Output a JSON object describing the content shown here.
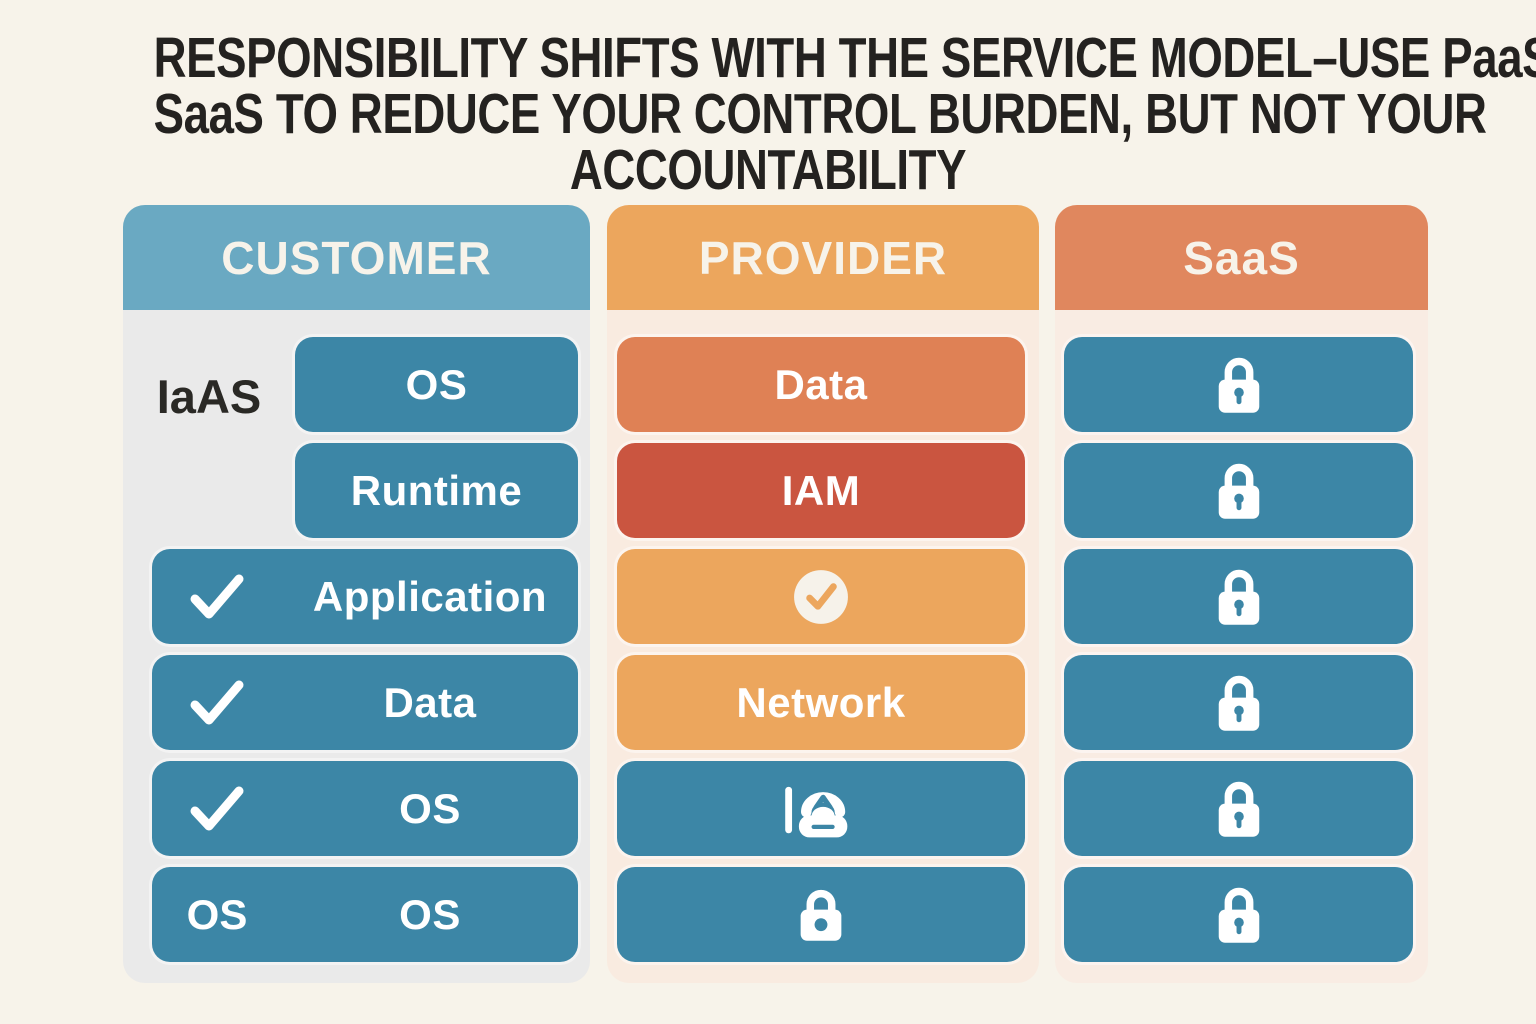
{
  "title": {
    "line1": "RESPONSIBILITY SHIFTS WITH THE SERVICE MODEL–USE PaaS/",
    "line2": "SaaS TO REDUCE YOUR CONTROL BURDEN, BUT NOT YOUR",
    "line3": "ACCOUNTABILITY"
  },
  "colors": {
    "page_bg": "#f7f3ea",
    "title_text": "#242220",
    "customer_header_bg": "#6aa9c2",
    "customer_body_bg": "#eaeaea",
    "provider_header_bg": "#eca65d",
    "provider_body_bg": "#f9ebe0",
    "saas_header_bg": "#e0875e",
    "saas_body_bg": "#f9ece3",
    "teal_pill": "#3c86a6",
    "salmon_pill": "#df8155",
    "red_pill": "#ca5540",
    "orange_pill": "#eca65d",
    "pill_text": "#ffffff",
    "iaas_label_text": "#2a2925"
  },
  "columns": [
    {
      "id": "customer",
      "header": "CUSTOMER",
      "rows": [
        {
          "label": "OS",
          "variant": "teal",
          "narrow": true,
          "side_label": "IaAS"
        },
        {
          "label": "Runtime",
          "variant": "teal",
          "narrow": true
        },
        {
          "label": "Application",
          "variant": "teal",
          "icon": "check"
        },
        {
          "label": "Data",
          "variant": "teal",
          "icon": "check"
        },
        {
          "label": "OS",
          "variant": "teal",
          "icon": "check"
        },
        {
          "label": "OS",
          "variant": "teal",
          "left_label": "OS"
        }
      ]
    },
    {
      "id": "provider",
      "header": "PROVIDER",
      "rows": [
        {
          "label": "Data",
          "variant": "salmon"
        },
        {
          "label": "IAM",
          "variant": "red"
        },
        {
          "variant": "orange",
          "icon": "check-circle"
        },
        {
          "label": "Network",
          "variant": "orange"
        },
        {
          "variant": "teal",
          "icon": "cloud-lock"
        },
        {
          "variant": "teal",
          "icon": "lock"
        }
      ]
    },
    {
      "id": "saas",
      "header": "SaaS",
      "rows": [
        {
          "variant": "teal",
          "icon": "padlock"
        },
        {
          "variant": "teal",
          "icon": "padlock"
        },
        {
          "variant": "teal",
          "icon": "padlock"
        },
        {
          "variant": "teal",
          "icon": "padlock"
        },
        {
          "variant": "teal",
          "icon": "padlock"
        },
        {
          "variant": "teal",
          "icon": "padlock"
        }
      ]
    }
  ]
}
